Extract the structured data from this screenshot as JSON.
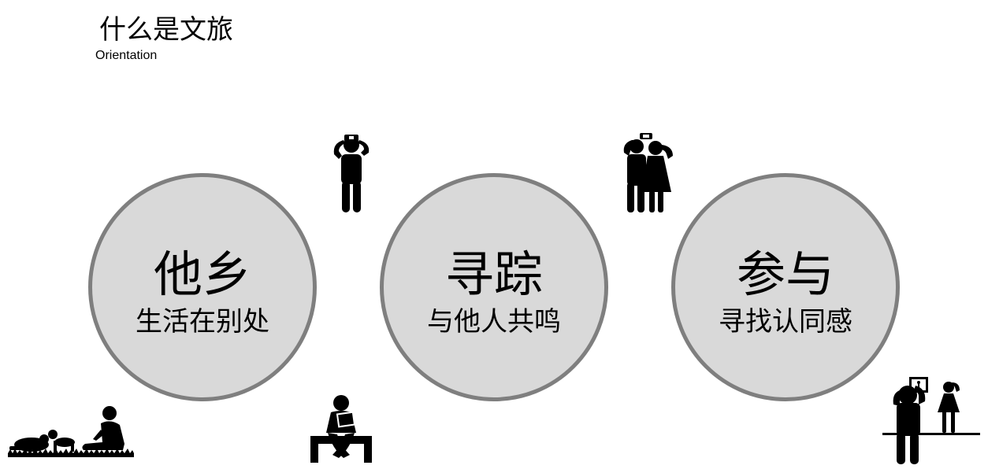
{
  "header": {
    "title": "什么是文旅",
    "subtitle": "Orientation"
  },
  "circles": [
    {
      "main": "他乡",
      "sub": "生活在别处"
    },
    {
      "main": "寻踪",
      "sub": "与他人共鸣"
    },
    {
      "main": "参与",
      "sub": "寻找认同感"
    }
  ],
  "colors": {
    "circle_fill": "#d9d9d9",
    "circle_border": "#7f7f7f",
    "figure": "#000000"
  },
  "icons": [
    "family-on-grass-icon",
    "person-photographing-icon",
    "sitting-reader-icon",
    "couple-selfie-icon",
    "photographer-child-icon"
  ]
}
